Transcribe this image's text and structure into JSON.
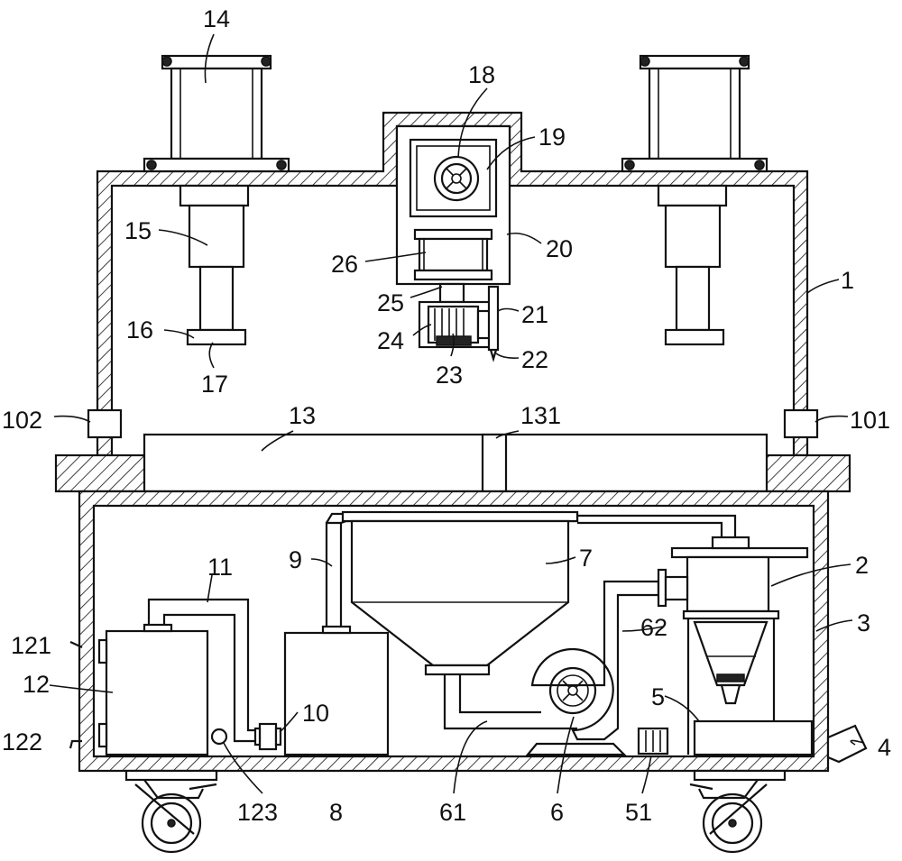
{
  "labels": {
    "l1": "1",
    "l2": "2",
    "l3": "3",
    "l4": "4",
    "l5": "5",
    "l6": "6",
    "l7": "7",
    "l8": "8",
    "l9": "9",
    "l10": "10",
    "l11": "11",
    "l12": "12",
    "l13": "13",
    "l14": "14",
    "l15": "15",
    "l16": "16",
    "l17": "17",
    "l18": "18",
    "l19": "19",
    "l20": "20",
    "l21": "21",
    "l22": "22",
    "l23": "23",
    "l24": "24",
    "l25": "25",
    "l26": "26",
    "l51": "51",
    "l61": "61",
    "l62": "62",
    "l101": "101",
    "l102": "102",
    "l121": "121",
    "l122": "122",
    "l123": "123",
    "l131": "131"
  }
}
